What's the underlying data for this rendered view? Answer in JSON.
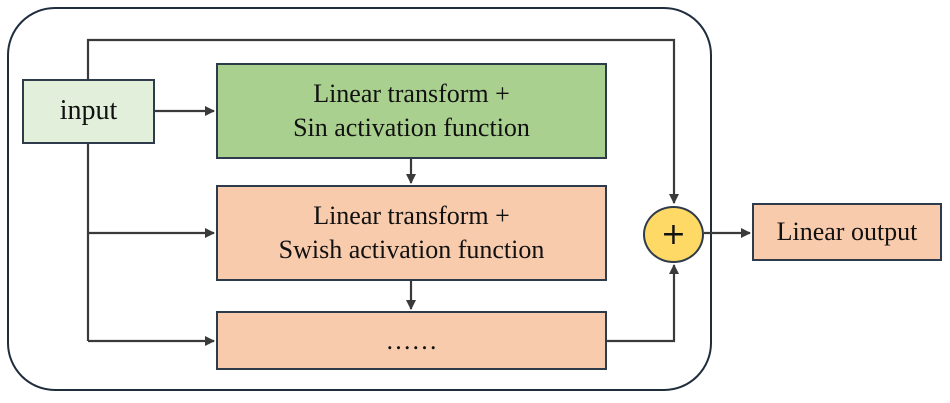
{
  "diagram": {
    "input": {
      "label": "input"
    },
    "blocks": [
      {
        "line1": "Linear transform +",
        "line2": "Sin activation function"
      },
      {
        "line1": "Linear transform +",
        "line2": "Swish activation function"
      },
      {
        "line1": "……"
      }
    ],
    "sum": {
      "symbol": "+"
    },
    "output": {
      "label": "Linear output"
    }
  },
  "colors": {
    "input_fill": "#e2efda",
    "sin_block_fill": "#a9d08e",
    "swish_block_fill": "#f8cbad",
    "sum_fill": "#ffd966",
    "output_fill": "#f8cbad"
  }
}
